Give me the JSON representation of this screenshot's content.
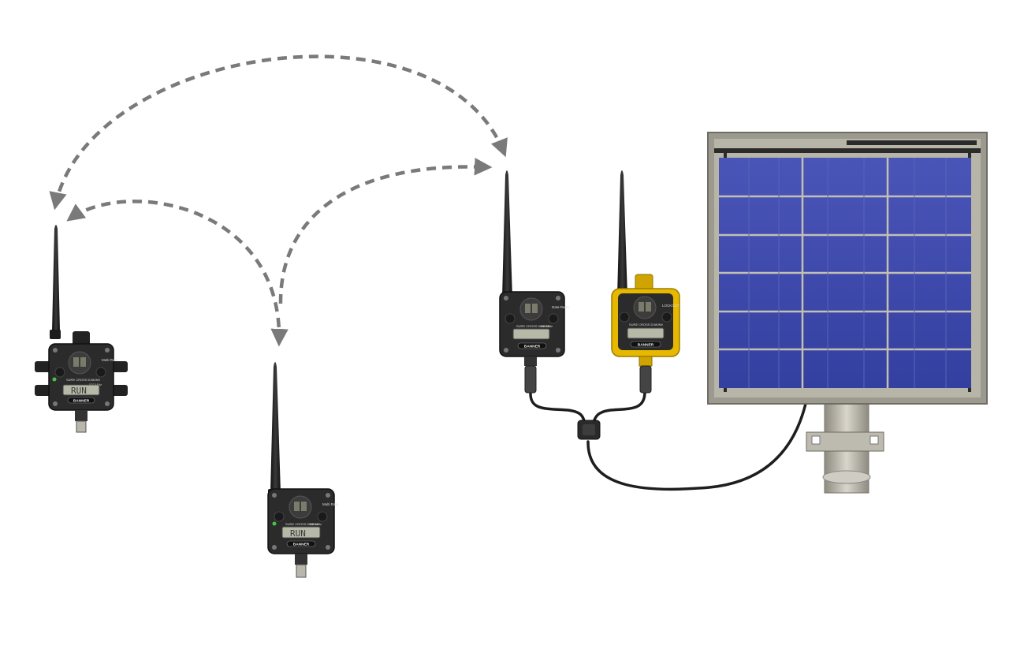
{
  "diagram": {
    "links": [
      {
        "from": "node-right",
        "to": "node-left"
      },
      {
        "from": "node-middle",
        "to": "node-right"
      },
      {
        "from": "node-middle",
        "to": "node-left"
      }
    ],
    "devices": {
      "node_left": {
        "lcd": "RUN",
        "brand": "BANNER",
        "model": "SURE CROSS DX80N9",
        "freq": "900 MHz",
        "status": "Multi Rate"
      },
      "node_middle": {
        "lcd": "RUN",
        "brand": "BANNER",
        "model": "SURE CROSS DX80N9",
        "freq": "900 MHz",
        "status": "Multi Rate"
      },
      "gateway": {
        "brand": "BANNER",
        "model": "SURE CROSS DX80G9",
        "freq": "900 MHz",
        "status": "Data Radio"
      },
      "yellow_node": {
        "brand": "BANNER",
        "model": "SURE CROSS DX80N9",
        "status": "LOCKOUT"
      }
    },
    "colors": {
      "arrow": "#7a7a7a",
      "device_body": "#2b2b2b",
      "yellow_body": "#e6b800",
      "solar_cell": "#3b45a8",
      "solar_frame": "#9c9a8f",
      "cable": "#1e1e1e"
    }
  }
}
